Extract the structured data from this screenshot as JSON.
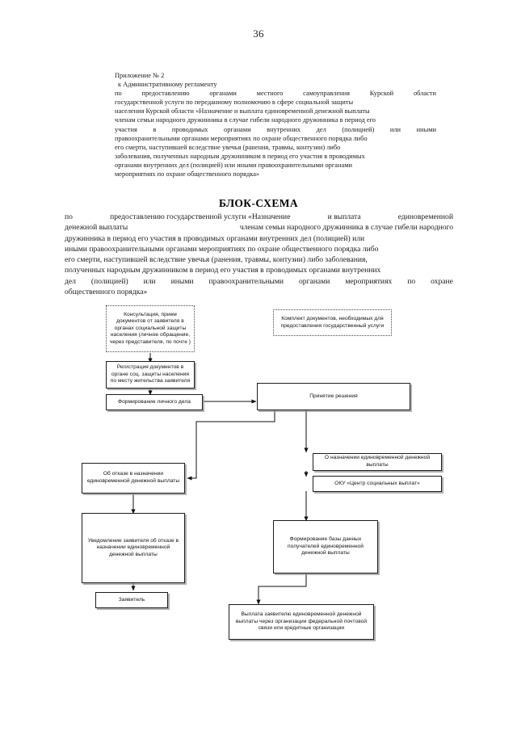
{
  "page": {
    "number": "36"
  },
  "appendix": {
    "lines": [
      "Приложение № 2",
      "к  Административному  регламенту"
    ],
    "justified": [
      [
        "по",
        "предоставлению",
        "органами",
        "местного",
        "самоуправления",
        "Курской",
        "области"
      ],
      [
        "государственной услуги по переданному полномочию в сфере социальной защиты"
      ],
      [
        "населения Курской области «Назначение и выплата единовременной денежной выплаты"
      ],
      [
        "членам семьи народного дружинника в случае гибели народного дружинника в период его"
      ],
      [
        "участия",
        "в",
        "проводимых",
        "органами",
        "внутренних",
        "дел",
        "(полицией)",
        "или",
        "иными"
      ],
      [
        "правоохранительными органами мероприятиях по охране общественного порядка либо"
      ],
      [
        "его смерти, наступившей вследствие увечья (ранения, травмы, контузии) либо"
      ],
      [
        "заболевания, полученных народным дружинником в период его участия в проводимых"
      ],
      [
        "органами внутренних дел (полицией) или иными правоохранительными органами"
      ],
      [
        "мероприятиях по охране общественного  порядка»"
      ]
    ]
  },
  "title": "БЛОК-СХЕМА",
  "lead": {
    "justified": [
      [
        "по",
        "предоставлению государственной услуги «Назначение",
        "и выплата",
        "единовременной"
      ],
      [
        "денежной выплаты",
        "членам семьи народного дружинника в случае гибели народного"
      ],
      [
        "дружинника в период его участия в проводимых органами внутренних дел (полицией) или"
      ],
      [
        "иными правоохранительными органами мероприятиях по охране общественного порядка либо"
      ],
      [
        "его смерти, наступившей вследствие увечья (ранения, травмы, контузии) либо заболевания,"
      ],
      [
        "полученных народным дружинником в период его участия в проводимых органами внутренних"
      ],
      [
        "дел",
        "(полицией)",
        "или",
        "иными",
        "правоохранительными",
        "органами",
        "мероприятиях",
        "по",
        "охране"
      ],
      [
        "общественного  порядка»"
      ]
    ]
  },
  "chart_data": {
    "type": "diagram",
    "title": "БЛОК-СХЕМА",
    "nodes": [
      {
        "id": "n1",
        "label": "Консультация, прием документов от заявителя в органах социальной защиты населения  (личное обращение, через представителя, по почте )",
        "style": "dotted"
      },
      {
        "id": "n2",
        "label": "Комплект документов, необходимых для предоставления государственный услуги",
        "style": "dotted"
      },
      {
        "id": "n3",
        "label": "Регистрация документов в органе соц. защиты населения по месту жительства заявителя",
        "style": "solid"
      },
      {
        "id": "n4",
        "label": "Формирование личного дела",
        "style": "solid"
      },
      {
        "id": "n5",
        "label": "Принятие решения",
        "style": "solid"
      },
      {
        "id": "n6",
        "label": "О назначении единовременной денежной выплаты",
        "style": "solid"
      },
      {
        "id": "n7",
        "label": "Об отказе в назначении единовременной денежной выплаты",
        "style": "solid"
      },
      {
        "id": "n8",
        "label": "ОКУ «Центр социальных выплат»",
        "style": "solid"
      },
      {
        "id": "n9",
        "label": "Уведомление заявителя об отказе в назначении единовременной денежной выплаты",
        "style": "solid"
      },
      {
        "id": "n10",
        "label": "Формирование базы данных получателей единовременной денежной выплаты",
        "style": "solid"
      },
      {
        "id": "n11",
        "label": "Заявитель",
        "style": "solid"
      },
      {
        "id": "n12",
        "label": "Выплата заявителю единовременной денежной выплаты через организации федеральной почтовой связи или кредитные организации",
        "style": "solid"
      }
    ],
    "edges": [
      {
        "from": "n1",
        "to": "n3"
      },
      {
        "from": "n3",
        "to": "n4"
      },
      {
        "from": "n4",
        "to": "n5"
      },
      {
        "from": "n5",
        "to": "n6"
      },
      {
        "from": "n5",
        "to": "n7"
      },
      {
        "from": "n6",
        "to": "n8"
      },
      {
        "from": "n7",
        "to": "n9"
      },
      {
        "from": "n8",
        "to": "n10"
      },
      {
        "from": "n9",
        "to": "n11"
      },
      {
        "from": "n10",
        "to": "n12"
      }
    ]
  },
  "flow": {
    "n1": "Консультация, прием документов от заявителя в органах социальной защиты населения  (личное обращение, через представителя, по почте )",
    "n2": "Комплект документов, необходимых для предоставления государственный услуги",
    "n3": "Регистрация документов в органе соц. защиты населения по месту жительства заявителя",
    "n4": "Формирование личного дела",
    "n5": "Принятие решения",
    "n6": "О назначении единовременной денежной выплаты",
    "n7": "Об отказе в назначении единовременной денежной выплаты",
    "n8": "ОКУ «Центр социальных выплат»",
    "n9": "Уведомление заявителя об отказе в назначении единовременной денежной выплаты",
    "n10": "Формирование базы данных получателей единовременной денежной выплаты",
    "n11": "Заявитель",
    "n12": "Выплата заявителю единовременной денежной выплаты через организации федеральной почтовой связи или кредитные организации"
  }
}
